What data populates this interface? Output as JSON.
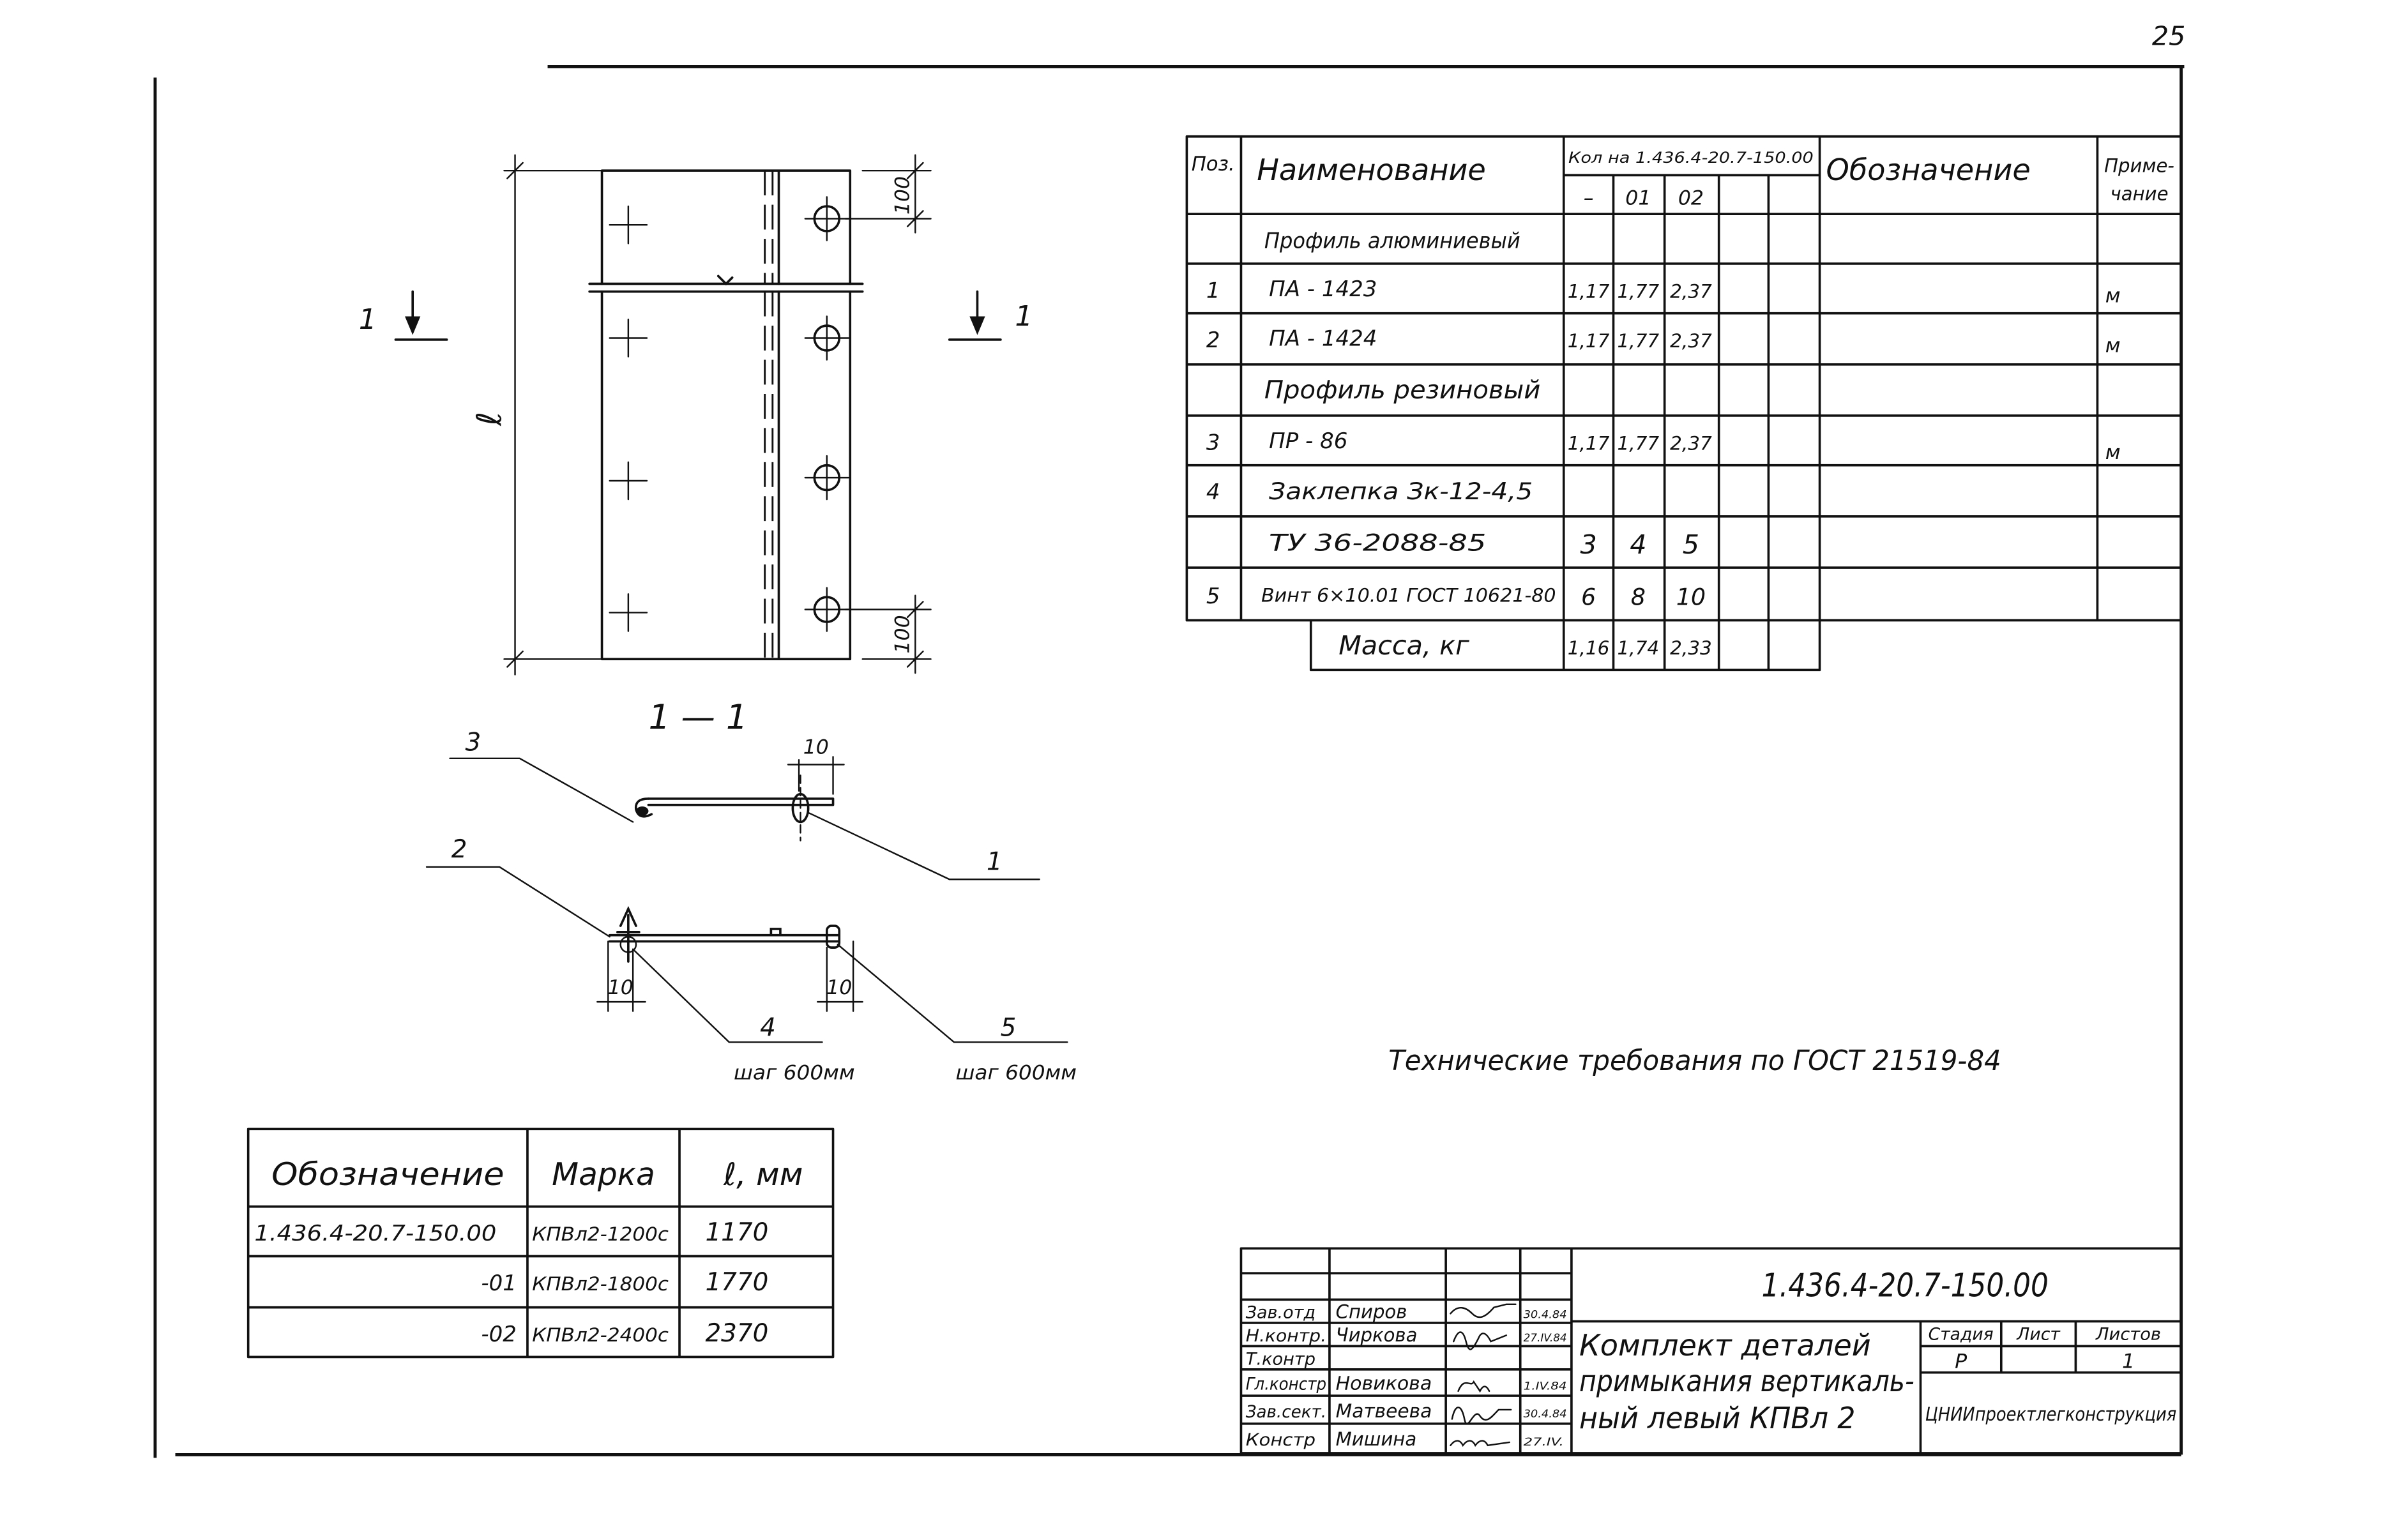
{
  "page_number": "25",
  "plan_view": {
    "length_dim": "ℓ",
    "dim_top": "100",
    "dim_bottom": "100",
    "section_left": "1",
    "section_right": "1"
  },
  "section_view": {
    "title": "1 — 1",
    "callout_3": "3",
    "callout_1": "1",
    "callout_2": "2",
    "callout_4": "4",
    "callout_5": "5",
    "dim_rivet_upper": "10",
    "dim_screw": "10",
    "dim_rivet_lower": "10",
    "step_4": "шаг 600мм",
    "step_5": "шаг 600мм"
  },
  "tech_requirements": "Технические требования по ГОСТ 21519-84",
  "marks_table": {
    "headers": [
      "Обозначение",
      "Марка",
      "ℓ, мм"
    ],
    "rows": [
      {
        "designation": "1.436.4-20.7-150.00",
        "mark": "КПВл2-1200с",
        "length": "1170"
      },
      {
        "designation": "-01",
        "mark": "КПВл2-1800с",
        "length": "1770"
      },
      {
        "designation": "-02",
        "mark": "КПВл2-2400с",
        "length": "2370"
      }
    ]
  },
  "spec_table": {
    "headers": {
      "pos": "Поз.",
      "name": "Наименование",
      "qty_group": "Кол на 1.436.4-20.7-150.00",
      "qty_cols": [
        "–",
        "01",
        "02"
      ],
      "designation": "Обозначение",
      "note_1": "Приме-",
      "note_2": "чание"
    },
    "rows": [
      {
        "name": "Профиль алюминиевый"
      },
      {
        "pos": "1",
        "name": "ПА - 1423",
        "qty": [
          "1,17",
          "1,77",
          "2,37"
        ],
        "note": "м"
      },
      {
        "pos": "2",
        "name": "ПА - 1424",
        "qty": [
          "1,17",
          "1,77",
          "2,37"
        ],
        "note": "м"
      },
      {
        "name": "Профиль резиновый"
      },
      {
        "pos": "3",
        "name": "ПР - 86",
        "qty": [
          "1,17",
          "1,77",
          "2,37"
        ],
        "note": "м"
      },
      {
        "pos": "4",
        "name": "Заклепка Зк-12-4,5"
      },
      {
        "name": "ТУ 36-2088-85",
        "qty": [
          "3",
          "4",
          "5"
        ]
      },
      {
        "pos": "5",
        "name": "Винт 6×10.01 ГОСТ 10621-80",
        "qty": [
          "6",
          "8",
          "10"
        ]
      }
    ],
    "mass": {
      "label": "Масса, кг",
      "qty": [
        "1,16",
        "1,74",
        "2,33"
      ]
    }
  },
  "title_block": {
    "document_code": "1.436.4-20.7-150.00",
    "title_lines": [
      "Комплект деталей",
      "примыкания вертикаль-",
      "ный левый КПВл 2"
    ],
    "stage_label": "Стадия",
    "sheet_label": "Лист",
    "sheets_label": "Листов",
    "stage": "Р",
    "sheets": "1",
    "organization": "ЦНИИпроектлегконструкция",
    "staff": [
      {
        "role": "Зав.отд",
        "name": "Спиров",
        "date": "30.4.84"
      },
      {
        "role": "Н.контр.",
        "name": "Чиркова",
        "date": "27.IV.84"
      },
      {
        "role": "Т.контр"
      },
      {
        "role": "Гл.констр",
        "name": "Новикова",
        "date": "1.IV.84"
      },
      {
        "role": "Зав.сект.",
        "name": "Матвеева",
        "date": "30.4.84"
      },
      {
        "role": "Констр",
        "name": "Мишина",
        "date": "27.IV."
      }
    ]
  }
}
